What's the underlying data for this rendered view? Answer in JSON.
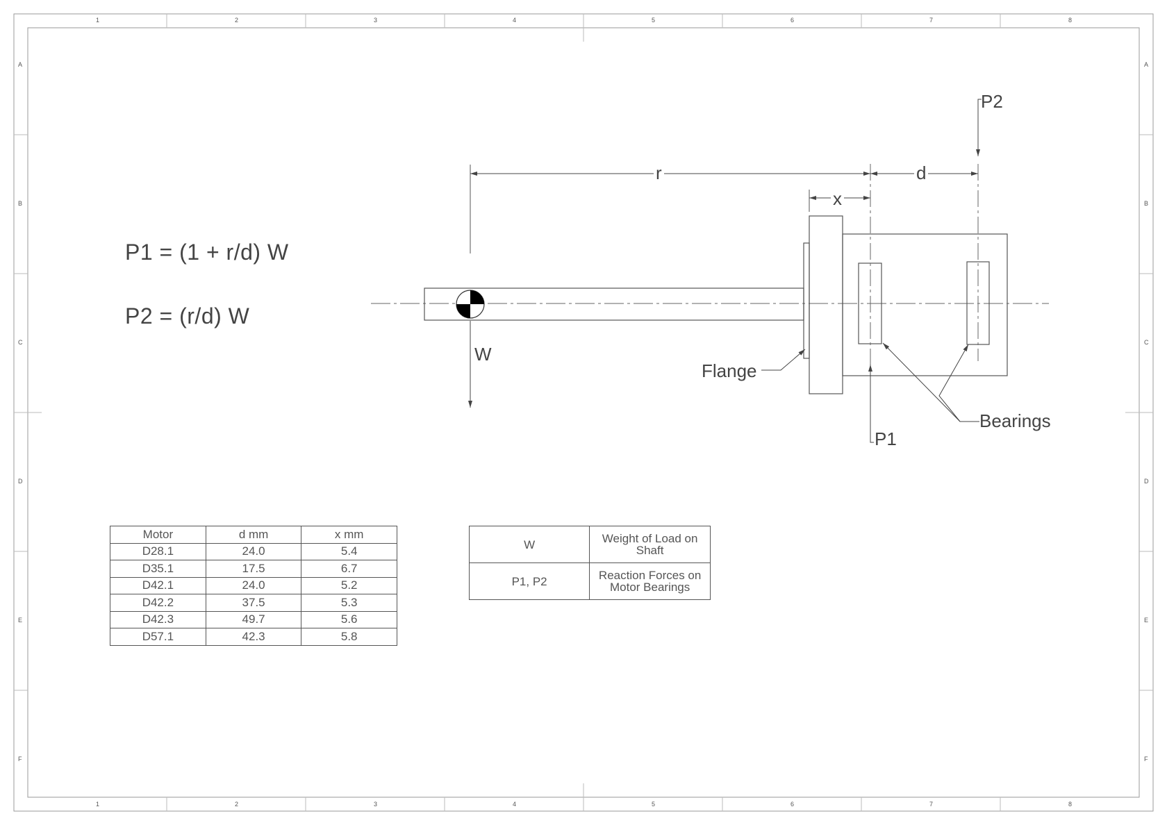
{
  "zones": {
    "columns": [
      "1",
      "2",
      "3",
      "4",
      "5",
      "6",
      "7",
      "8"
    ],
    "rows": [
      "A",
      "B",
      "C",
      "D",
      "E",
      "F"
    ]
  },
  "formulas": {
    "p1": "P1 = (1 + r/d) W",
    "p2": "P2 = (r/d) W"
  },
  "drawing": {
    "dim_r": "r",
    "dim_d": "d",
    "dim_x": "x",
    "label_w": "W",
    "label_p1": "P1",
    "label_p2": "P2",
    "label_flange": "Flange",
    "label_bearings": "Bearings"
  },
  "motor_table": {
    "headers": [
      "Motor",
      "d mm",
      "x mm"
    ],
    "rows": [
      [
        "D28.1",
        "24.0",
        "5.4"
      ],
      [
        "D35.1",
        "17.5",
        "6.7"
      ],
      [
        "D42.1",
        "24.0",
        "5.2"
      ],
      [
        "D42.2",
        "37.5",
        "5.3"
      ],
      [
        "D42.3",
        "49.7",
        "5.6"
      ],
      [
        "D57.1",
        "42.3",
        "5.8"
      ]
    ]
  },
  "legend_table": {
    "rows": [
      {
        "symbol": "W",
        "line1": "Weight of Load on",
        "line2": "Shaft"
      },
      {
        "symbol": "P1, P2",
        "line1": "Reaction Forces on",
        "line2": "Motor Bearings"
      }
    ]
  }
}
